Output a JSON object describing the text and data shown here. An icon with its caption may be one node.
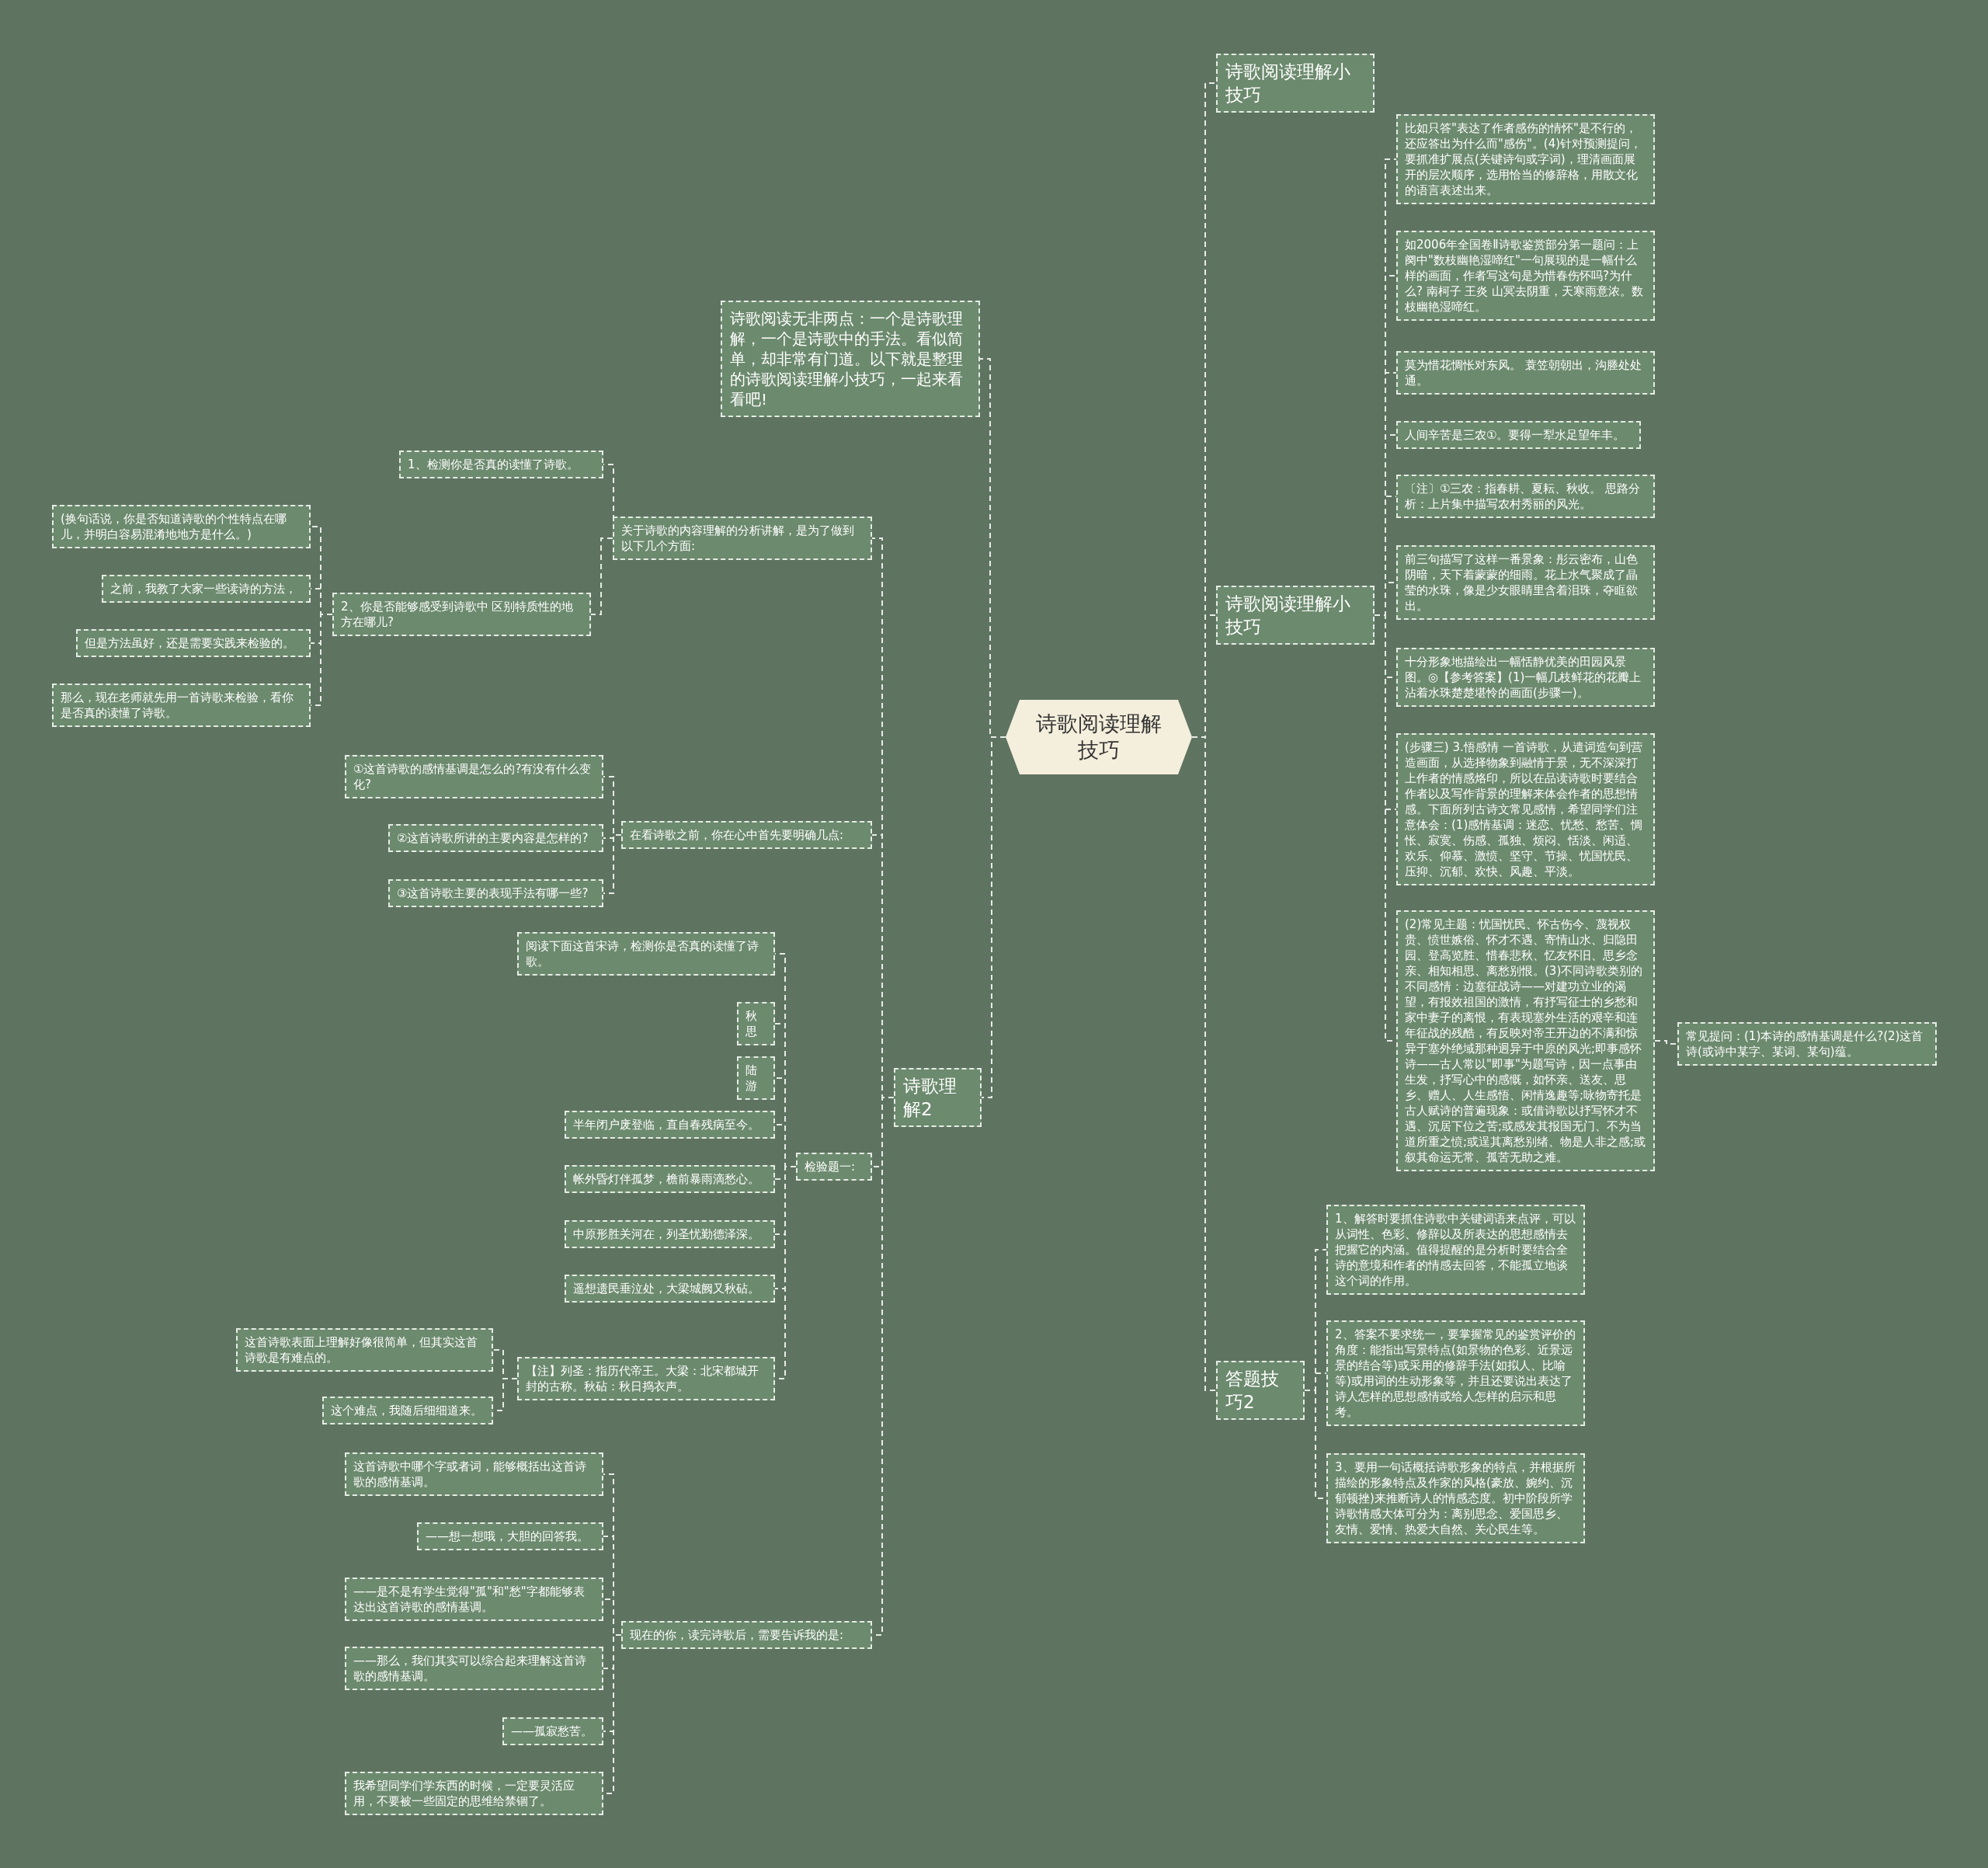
{
  "diagram": {
    "nodes": [
      {
        "text": [
          "诗歌阅读理解技巧"
        ]
      },
      {
        "text": [
          "诗歌阅读无非两点：一个是诗歌理解，一个是诗歌中的手法。看似简单，却非常有门道。以下就是整理的诗歌阅读理解小技巧，一起来看看吧!"
        ]
      },
      {
        "text": [
          "诗歌理解2"
        ]
      },
      {
        "text": [
          "关于诗歌的内容理解的分析讲解，是为了做到以下几个方面:"
        ]
      },
      {
        "text": [
          "1、检测你是否真的读懂了诗歌。"
        ]
      },
      {
        "text": [
          "2、你是否能够感受到诗歌中 区别特质性的地方在哪儿?"
        ]
      },
      {
        "text": [
          "(换句话说，你是否知道诗歌的个性特点在哪儿，并明白容易混淆地地方是什么。)"
        ]
      },
      {
        "text": [
          "之前，我教了大家一些读诗的方法，"
        ]
      },
      {
        "text": [
          "但是方法虽好，还是需要实践来检验的。"
        ]
      },
      {
        "text": [
          "那么，现在老师就先用一首诗歌来检验，看你是否真的读懂了诗歌。"
        ]
      },
      {
        "text": [
          "在看诗歌之前，你在心中首先要明确几点:"
        ]
      },
      {
        "text": [
          "①这首诗歌的感情基调是怎么的?有没有什么变化?"
        ]
      },
      {
        "text": [
          "②这首诗歌所讲的主要内容是怎样的?"
        ]
      },
      {
        "text": [
          "③这首诗歌主要的表现手法有哪一些?"
        ]
      },
      {
        "text": [
          "检验题一:"
        ]
      },
      {
        "text": [
          "阅读下面这首宋诗，检测你是否真的读懂了诗歌。"
        ]
      },
      {
        "text": [
          "秋思"
        ]
      },
      {
        "text": [
          "陆游"
        ]
      },
      {
        "text": [
          "半年闭户废登临，直自春残病至今。"
        ]
      },
      {
        "text": [
          "帐外昏灯伴孤梦，檐前暴雨滴愁心。"
        ]
      },
      {
        "text": [
          "中原形胜关河在，列圣忧勤德泽深。"
        ]
      },
      {
        "text": [
          "遥想遗民垂泣处，大梁城阙又秋砧。"
        ]
      },
      {
        "text": [
          "【注】列圣：指历代帝王。大梁：北宋都城开封的古称。秋砧：秋日捣衣声。"
        ]
      },
      {
        "text": [
          "这首诗歌表面上理解好像很简单，但其实这首诗歌是有难点的。"
        ]
      },
      {
        "text": [
          "这个难点，我随后细细道来。"
        ]
      },
      {
        "text": [
          "现在的你，读完诗歌后，需要告诉我的是:"
        ]
      },
      {
        "text": [
          "这首诗歌中哪个字或者词，能够概括出这首诗歌的感情基调。"
        ]
      },
      {
        "text": [
          "——想一想哦，大胆的回答我。"
        ]
      },
      {
        "text": [
          "——是不是有学生觉得\"孤\"和\"愁\"字都能够表达出这首诗歌的感情基调。"
        ]
      },
      {
        "text": [
          "——那么，我们其实可以综合起来理解这首诗歌的感情基调。"
        ]
      },
      {
        "text": [
          "——孤寂愁苦。"
        ]
      },
      {
        "text": [
          "我希望同学们学东西的时候，一定要灵活应用，不要被一些固定的思维给禁锢了。"
        ]
      },
      {
        "text": [
          "诗歌阅读理解小技巧"
        ]
      },
      {
        "text": [
          "诗歌阅读理解小技巧"
        ]
      },
      {
        "text": [
          "比如只答\"表达了作者感伤的情怀\"是不行的，还应答出为什么而\"感伤\"。(4)针对预测提问，要抓准扩展点(关键诗句或字词)，理清画面展开的层次顺序，选用恰当的修辞格，用散文化的语言表述出来。"
        ]
      },
      {
        "text": [
          "如2006年全国卷Ⅱ诗歌鉴赏部分第一题问：上阕中\"数枝幽艳湿啼红\"一句展现的是一幅什么样的画面，作者写这句是为惜春伤怀吗?为什么? 南柯子 王炎 山冥去阴重，天寒雨意浓。数枝幽艳湿啼红。"
        ]
      },
      {
        "text": [
          "莫为惜花惆怅对东风。 蓑笠朝朝出，沟塍处处通。"
        ]
      },
      {
        "text": [
          "人间辛苦是三农①。要得一犁水足望年丰。"
        ]
      },
      {
        "text": [
          "〔注〕①三农：指春耕、夏耘、秋收。 思路分析：上片集中描写农村秀丽的风光。"
        ]
      },
      {
        "text": [
          "前三句描写了这样一番景象：彤云密布，山色阴暗，天下着蒙蒙的细雨。花上水气聚成了晶莹的水珠，像是少女眼睛里含着泪珠，夺眶欲出。"
        ]
      },
      {
        "text": [
          "十分形象地描绘出一幅恬静优美的田园风景图。◎【参考答案】(1)一幅几枝鲜花的花瓣上沾着水珠楚楚堪怜的画面(步骤一)。"
        ]
      },
      {
        "text": [
          "(步骤三) 3.悟感情 一首诗歌，从遣词造句到营造画面，从选择物象到融情于景，无不深深打上作者的情感烙印，所以在品读诗歌时要结合作者以及写作背景的理解来体会作者的思想情感。下面所列古诗文常见感情，希望同学们注意体会：(1)感情基调：迷恋、忧愁、愁苦、惆怅、寂寞、伤感、孤独、烦闷、恬淡、闲适、欢乐、仰慕、激愤、坚守、节操、忧国忧民、压抑、沉郁、欢快、风趣、平淡。"
        ]
      },
      {
        "text": [
          "(2)常见主题：忧国忧民、怀古伤今、蔑视权贵、愤世嫉俗、怀才不遇、寄情山水、归隐田园、登高览胜、惜春悲秋、忆友怀旧、思乡念亲、相知相思、离愁别恨。(3)不同诗歌类别的不同感情：边塞征战诗——对建功立业的渴望，有报效祖国的激情，有抒写征士的乡愁和家中妻子的离恨，有表现塞外生活的艰辛和连年征战的残酷，有反映对帝王开边的不满和惊异于塞外绝域那种迥异于中原的风光;即事感怀诗——古人常以\"即事\"为题写诗，因一点事由生发，抒写心中的感慨，如怀亲、送友、思乡、赠人、人生感悟、闲情逸趣等;咏物寄托是古人赋诗的普遍现象：或借诗歌以抒写怀才不遇、沉居下位之苦;或感发其报国无门、不为当道所重之愤;或逞其离愁别绪、物是人非之感;或叙其命运无常、孤苦无助之难。"
        ]
      },
      {
        "text": [
          "常见提问：(1)本诗的感情基调是什么?(2)这首诗(或诗中某字、某词、某句)蕴。"
        ]
      },
      {
        "text": [
          "答题技巧2"
        ]
      },
      {
        "text": [
          "1、解答时要抓住诗歌中关键词语来点评，可以从词性、色彩、修辞以及所表达的思想感情去把握它的内涵。值得提醒的是分析时要结合全诗的意境和作者的情感去回答，不能孤立地谈这个词的作用。"
        ]
      },
      {
        "text": [
          "2、答案不要求统一，要掌握常见的鉴赏评价的角度：能指出写景特点(如景物的色彩、近景远景的结合等)或采用的修辞手法(如拟人、比喻等)或用词的生动形象等，并且还要说出表达了诗人怎样的思想感情或给人怎样的启示和思考。"
        ]
      },
      {
        "text": [
          "3、要用一句话概括诗歌形象的特点，并根据所描绘的形象特点及作家的风格(豪放、婉约、沉郁顿挫)来推断诗人的情感态度。初中阶段所学诗歌情感大体可分为：离别思念、爱国思乡、友情、爱情、热爱大自然、关心民生等。"
        ]
      }
    ],
    "edges": [
      {
        "from": 0,
        "to": 1,
        "arrow": "none"
      },
      {
        "from": 0,
        "to": 2,
        "arrow": "none"
      },
      {
        "from": 2,
        "to": 3,
        "arrow": "none"
      },
      {
        "from": 2,
        "to": 10,
        "arrow": "none"
      },
      {
        "from": 2,
        "to": 14,
        "arrow": "none"
      },
      {
        "from": 2,
        "to": 25,
        "arrow": "none"
      },
      {
        "from": 3,
        "to": 4,
        "arrow": "none"
      },
      {
        "from": 3,
        "to": 5,
        "arrow": "none"
      },
      {
        "from": 5,
        "to": 6,
        "arrow": "none"
      },
      {
        "from": 5,
        "to": 7,
        "arrow": "none"
      },
      {
        "from": 5,
        "to": 8,
        "arrow": "none"
      },
      {
        "from": 5,
        "to": 9,
        "arrow": "none"
      },
      {
        "from": 10,
        "to": 11,
        "arrow": "none"
      },
      {
        "from": 10,
        "to": 12,
        "arrow": "none"
      },
      {
        "from": 10,
        "to": 13,
        "arrow": "none"
      },
      {
        "from": 14,
        "to": 15,
        "arrow": "none"
      },
      {
        "from": 14,
        "to": 16,
        "arrow": "none"
      },
      {
        "from": 14,
        "to": 17,
        "arrow": "none"
      },
      {
        "from": 14,
        "to": 18,
        "arrow": "none"
      },
      {
        "from": 14,
        "to": 19,
        "arrow": "none"
      },
      {
        "from": 14,
        "to": 20,
        "arrow": "none"
      },
      {
        "from": 14,
        "to": 21,
        "arrow": "none"
      },
      {
        "from": 14,
        "to": 22,
        "arrow": "none"
      },
      {
        "from": 22,
        "to": 23,
        "arrow": "none"
      },
      {
        "from": 22,
        "to": 24,
        "arrow": "none"
      },
      {
        "from": 25,
        "to": 26,
        "arrow": "none"
      },
      {
        "from": 25,
        "to": 27,
        "arrow": "none"
      },
      {
        "from": 25,
        "to": 28,
        "arrow": "none"
      },
      {
        "from": 25,
        "to": 29,
        "arrow": "none"
      },
      {
        "from": 25,
        "to": 30,
        "arrow": "none"
      },
      {
        "from": 25,
        "to": 31,
        "arrow": "none"
      },
      {
        "from": 0,
        "to": 32,
        "arrow": "none"
      },
      {
        "from": 0,
        "to": 33,
        "arrow": "none"
      },
      {
        "from": 0,
        "to": 44,
        "arrow": "none"
      },
      {
        "from": 33,
        "to": 34,
        "arrow": "none"
      },
      {
        "from": 33,
        "to": 35,
        "arrow": "none"
      },
      {
        "from": 33,
        "to": 36,
        "arrow": "none"
      },
      {
        "from": 33,
        "to": 37,
        "arrow": "none"
      },
      {
        "from": 33,
        "to": 38,
        "arrow": "none"
      },
      {
        "from": 33,
        "to": 39,
        "arrow": "none"
      },
      {
        "from": 33,
        "to": 40,
        "arrow": "none"
      },
      {
        "from": 33,
        "to": 41,
        "arrow": "none"
      },
      {
        "from": 33,
        "to": 42,
        "arrow": "none"
      },
      {
        "from": 42,
        "to": 43,
        "arrow": "none"
      },
      {
        "from": 44,
        "to": 45,
        "arrow": "none"
      },
      {
        "from": 44,
        "to": 46,
        "arrow": "none"
      },
      {
        "from": 44,
        "to": 47,
        "arrow": "none"
      }
    ]
  }
}
